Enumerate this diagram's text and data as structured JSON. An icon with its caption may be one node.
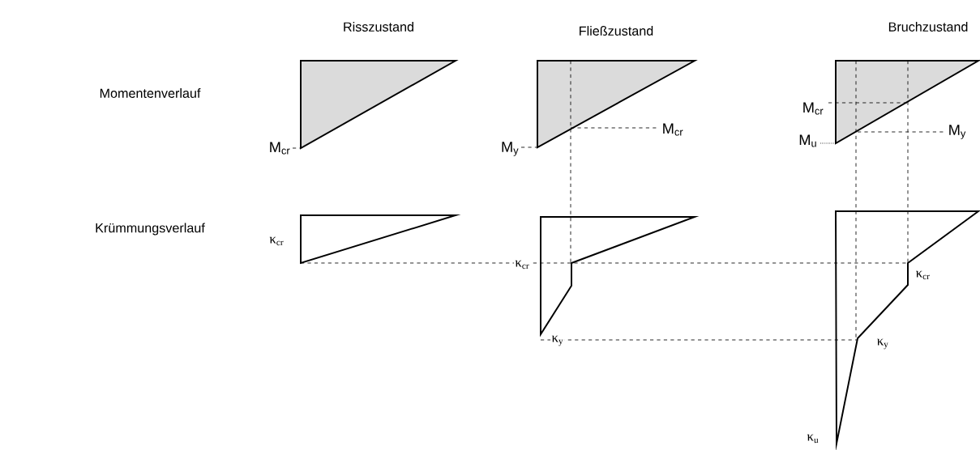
{
  "diagram": {
    "labels": [
      "Risszustand",
      "Fließzustand",
      "Bruchzustand",
      "Momentenverlauf",
      "M$_{cr}$",
      "M$_{cr}$",
      "M$_{y}$",
      "M$_{cr}$",
      "M$_{y}$",
      "M$_{u}$",
      "Krümmungsverlauf",
      "κ$_{cr}$",
      "κ$_{cr}$",
      "κ$_{cr}$",
      "κ$_{y}$",
      "κ$_{y}$",
      "κ$_{u}$"
    ]
  }
}
